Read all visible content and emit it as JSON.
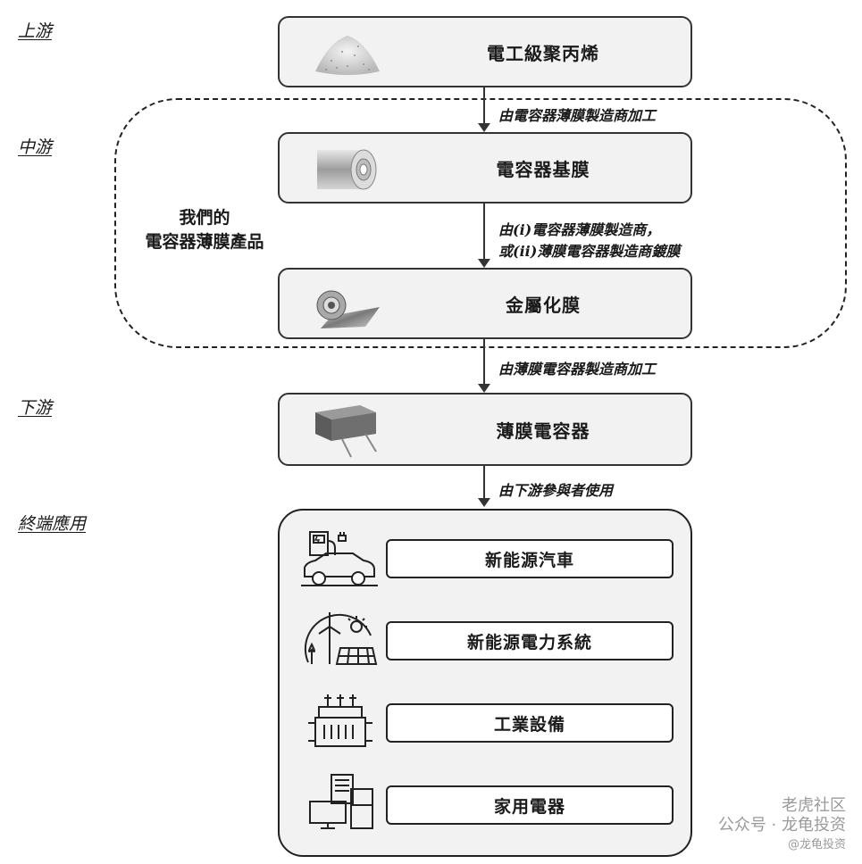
{
  "stages": {
    "upstream": "上游",
    "midstream": "中游",
    "downstream": "下游",
    "end_use": "終端應用"
  },
  "boxes": {
    "polypropylene": "電工級聚丙烯",
    "base_film": "電容器基膜",
    "metallized_film": "金屬化膜",
    "film_capacitor": "薄膜電容器"
  },
  "processes": {
    "p1": "由電容器薄膜製造商加工",
    "p2_line1": "由(i)電容器薄膜製造商，",
    "p2_line2": "或(ii)薄膜電容器製造商鍍膜",
    "p3": "由薄膜電容器製造商加工",
    "p4": "由下游參與者使用"
  },
  "our_products": {
    "line1": "我們的",
    "line2": "電容器薄膜產品"
  },
  "end_uses": [
    "新能源汽車",
    "新能源電力系統",
    "工業設備",
    "家用電器"
  ],
  "watermark": {
    "line1": "公众号 · 龙龟投资",
    "brand": "老虎社区",
    "handle": "@龙龟投资"
  }
}
